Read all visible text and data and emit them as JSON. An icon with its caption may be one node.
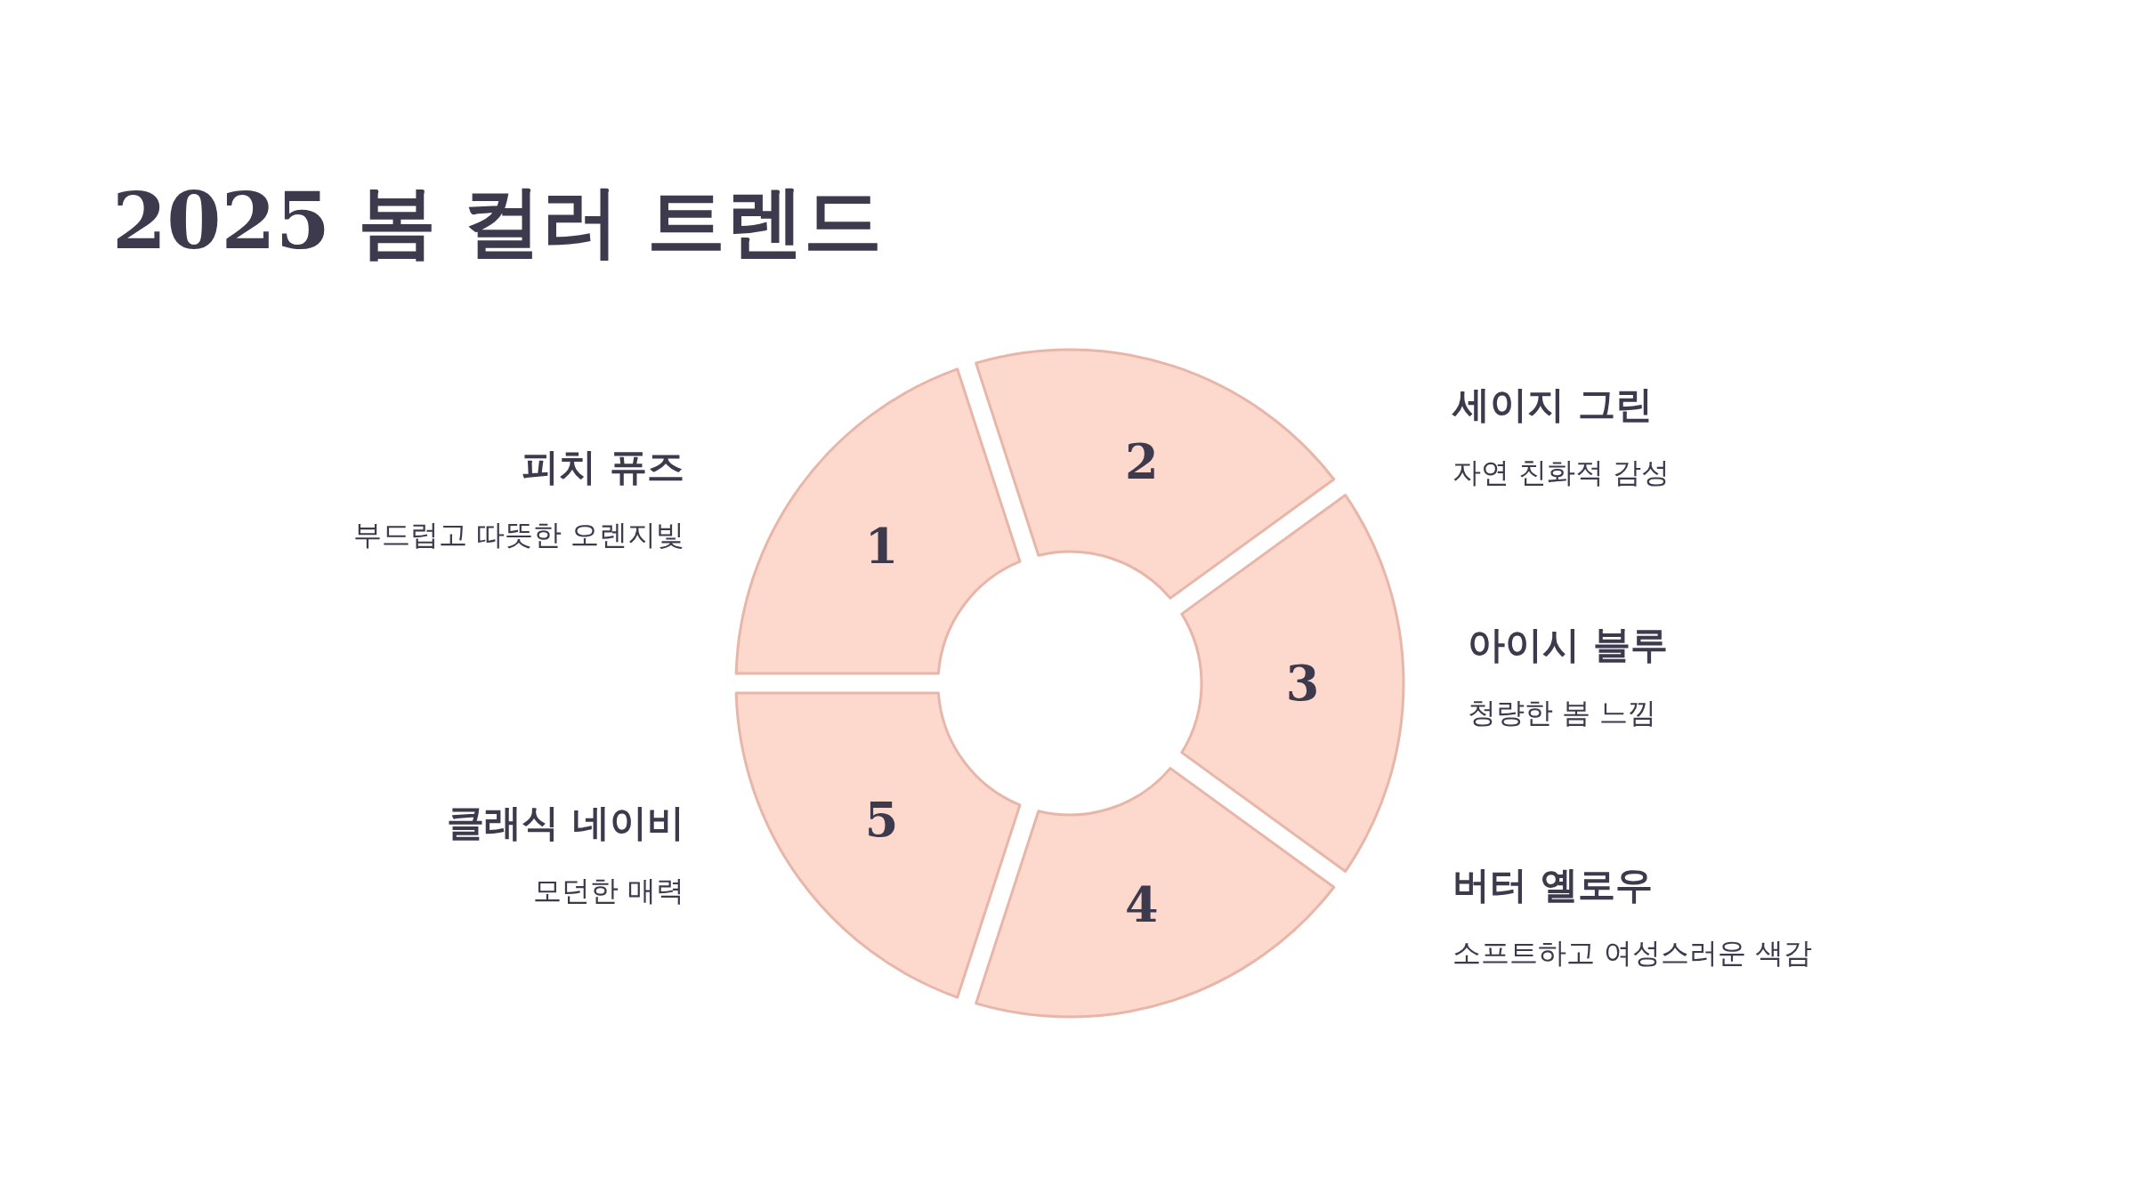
{
  "diagram": {
    "title": "2025 봄 컬러 트렌드",
    "nodes": [
      {
        "text": [
          "1"
        ],
        "beside": [
          "피치 퓨즈",
          "부드럽고 따뜻한 오렌지빛"
        ]
      },
      {
        "text": [
          "2"
        ],
        "beside": [
          "세이지 그린",
          "자연 친화적 감성"
        ]
      },
      {
        "text": [
          "3"
        ],
        "beside": [
          "아이시 블루",
          "청량한 봄 느낌"
        ]
      },
      {
        "text": [
          "4"
        ],
        "beside": [
          "버터 옐로우",
          "소프트하고 여성스러운 색감"
        ]
      },
      {
        "text": [
          "5"
        ],
        "beside": [
          "클래식 네이비",
          "모던한 매력"
        ]
      }
    ],
    "edges": []
  }
}
